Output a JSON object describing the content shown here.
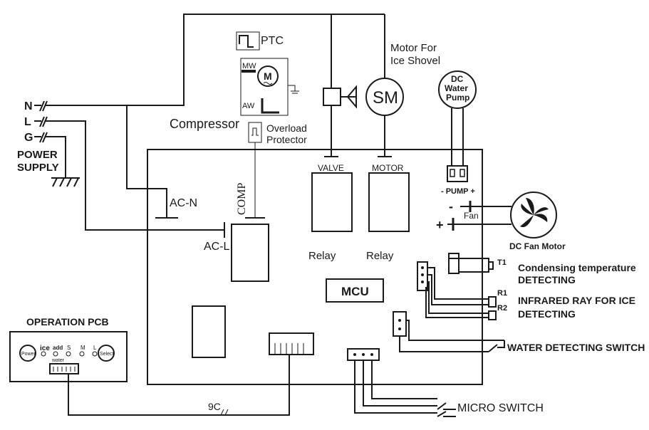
{
  "power": {
    "n": "N",
    "l": "L",
    "g": "G",
    "label_line1": "POWER",
    "label_line2": "SUPPLY"
  },
  "compressor": {
    "ptc": "PTC",
    "mw": "MW",
    "motor": "M",
    "aw": "AW",
    "label": "Compressor",
    "overload_line1": "Overload",
    "overload_line2": "Protector"
  },
  "shovel_motor": {
    "symbol": "SM",
    "label_line1": "Motor For",
    "label_line2": "Ice Shovel"
  },
  "pump": {
    "line1": "DC",
    "line2": "Water",
    "line3": "Pump",
    "connector": "- PUMP +"
  },
  "fan": {
    "minus": "-",
    "plus": "+",
    "label": "Fan",
    "motor_label": "DC Fan Motor"
  },
  "board": {
    "ac_n": "AC-N",
    "ac_l": "AC-L",
    "comp": "COMP",
    "valve": "VALVE",
    "motor": "MOTOR",
    "relay1": "Relay",
    "relay2": "Relay",
    "mcu": "MCU"
  },
  "sensors": {
    "t1": "T1",
    "r1": "R1",
    "r2": "R2",
    "condensing_line1": "Condensing  temperature",
    "condensing_line2": "DETECTING",
    "infrared_line1": "INFRARED RAY FOR ICE",
    "infrared_line2": "DETECTING",
    "water_switch": "WATER DETECTING SWITCH",
    "micro_switch": "MICRO SWITCH"
  },
  "operation_pcb": {
    "title": "OPERATION  PCB",
    "power_btn": "Power",
    "select_btn": "Select",
    "ice": "ice",
    "add": "add",
    "s": "S",
    "m": "M",
    "l": "L",
    "water": "water"
  },
  "cable": "9C"
}
